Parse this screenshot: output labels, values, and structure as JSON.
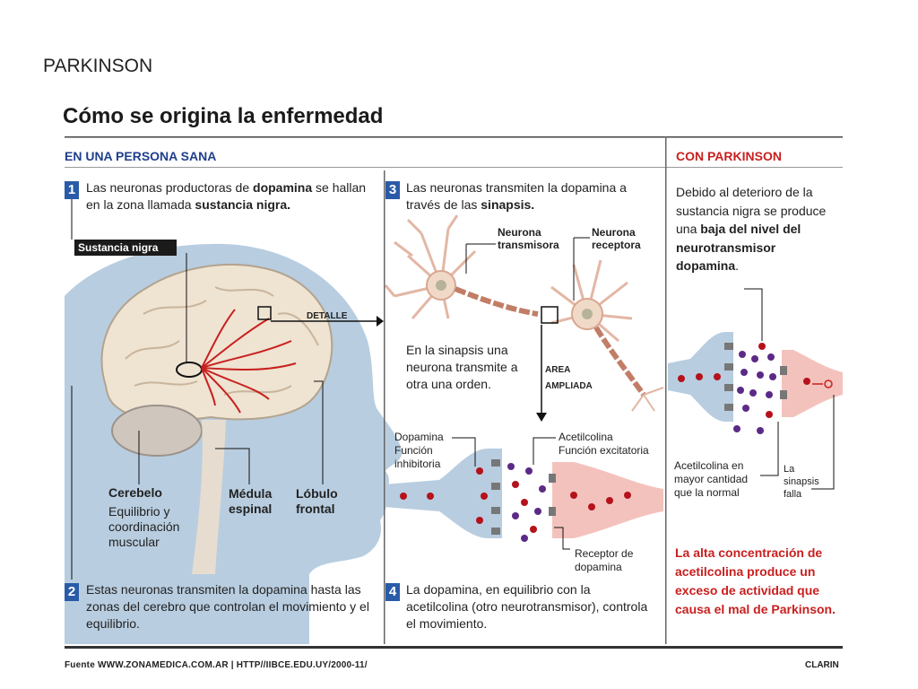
{
  "slide": {
    "title": "PARKINSON"
  },
  "figure": {
    "heading": "Cómo se origina la enfermedad",
    "section_healthy": "EN UNA PERSONA SANA",
    "section_parkinson": "CON PARKINSON",
    "step1": {
      "number": "1",
      "text_a": "Las neuronas productoras de ",
      "bold_a": "dopamina",
      "text_b": " se hallan en la zona llamada ",
      "bold_b": "sustancia nigra."
    },
    "step2": {
      "number": "2",
      "text": "Estas neuronas transmiten la dopamina hasta las zonas del cerebro que controlan el movimiento y el equilibrio."
    },
    "step3": {
      "number": "3",
      "text_a": "Las neuronas transmiten la dopamina a través de las ",
      "bold_a": "sinapsis."
    },
    "step4": {
      "number": "4",
      "text": "La dopamina, en equilibrio con la acetilcolina (otro neurotransmisor), controla el movimiento."
    },
    "labels": {
      "sustancia_nigra": "Sustancia nigra",
      "detalle": "DETALLE",
      "cerebelo": "Cerebelo",
      "cerebelo_desc": "Equilibrio y coordinación muscular",
      "medula_1": "Médula",
      "medula_2": "espinal",
      "lobulo_1": "Lóbulo",
      "lobulo_2": "frontal",
      "neurona_transmisora_1": "Neurona",
      "neurona_transmisora_2": "transmisora",
      "neurona_receptora_1": "Neurona",
      "neurona_receptora_2": "receptora",
      "sinapsis_note": "En la sinapsis una neurona transmite a otra una orden.",
      "area_1": "AREA",
      "area_2": "AMPLIADA",
      "dopamina_1": "Dopamina",
      "dopamina_2": "Función",
      "dopamina_3": "inhibitoria",
      "acetil_1": "Acetilcolina",
      "acetil_2": "Función excitatoria",
      "receptor_1": "Receptor de",
      "receptor_2": "dopamina",
      "acetil_mayor_1": "Acetilcolina en",
      "acetil_mayor_2": "mayor cantidad",
      "acetil_mayor_3": "que la normal",
      "falla_1": "La",
      "falla_2": "sinapsis",
      "falla_3": "falla"
    },
    "parkinson_text": {
      "a": "Debido al deterioro de la sustancia nigra se produce una ",
      "bold": "baja del nivel del neurotransmisor dopamina",
      "b": "."
    },
    "parkinson_red": "La alta concentración de acetilcolina produce un exceso de actividad que causa el mal de Parkinson.",
    "footer": {
      "source": "Fuente WWW.ZONAMEDICA.COM.AR | HTTP//IIBCE.EDU.UY/2000-11/",
      "credit": "CLARIN"
    }
  },
  "colors": {
    "blue": "#2a5ba8",
    "red": "#c8201f",
    "dopamine": "#b5121b",
    "acetylcholine": "#5b2a86",
    "head": "#b8cde0"
  }
}
